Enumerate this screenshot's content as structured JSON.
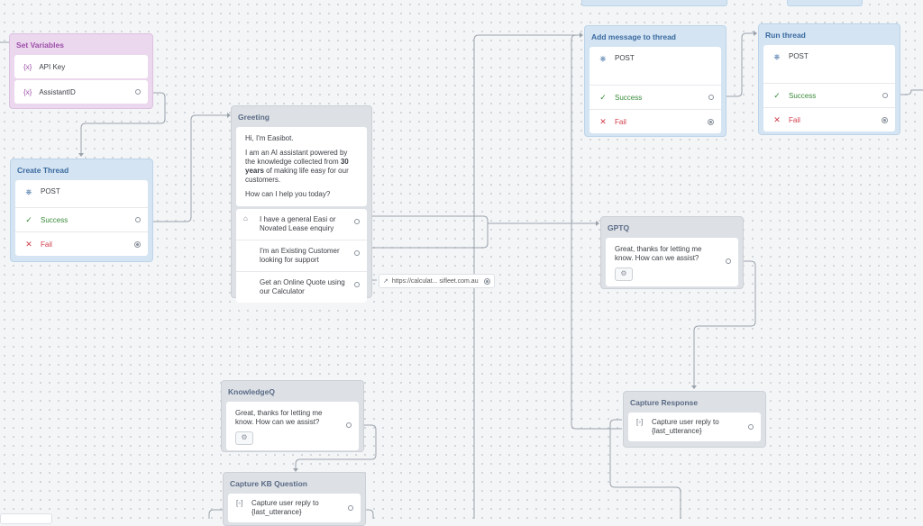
{
  "set_variables": {
    "title": "Set Variables",
    "items": [
      {
        "icon": "variable-icon",
        "label": "API Key"
      },
      {
        "icon": "variable-icon",
        "label": "AssistantID"
      }
    ]
  },
  "create_thread": {
    "title": "Create Thread",
    "method": "POST",
    "success": "Success",
    "fail": "Fail"
  },
  "greeting": {
    "title": "Greeting",
    "line1": "Hi, I'm Easibot.",
    "line2_pre": "I am an AI assistant powered by the knowledge collected from ",
    "line2_bold": "30 years",
    "line2_post": " of making life easy for our customers.",
    "line3": "How can I help you today?",
    "buttons": [
      "I have a general Easi or Novated Lease enquiry",
      "I'm an Existing Customer looking for support",
      "Get an Online Quote using our Calculator"
    ],
    "url": "https://calculat... sifleet.com.au"
  },
  "add_message": {
    "title": "Add message to thread",
    "method": "POST",
    "success": "Success",
    "fail": "Fail"
  },
  "run_thread": {
    "title": "Run thread",
    "method": "POST",
    "success": "Success",
    "fail": "Fail"
  },
  "gptq": {
    "title": "GPTQ",
    "message": "Great, thanks for letting me know. How can we assist?"
  },
  "capture_response": {
    "title": "Capture Response",
    "text": "Capture user reply to {last_utterance}"
  },
  "knowledgeq": {
    "title": "KnowledgeQ",
    "message": "Great, thanks for letting me know. How can we assist?"
  },
  "capture_kb": {
    "title": "Capture KB Question",
    "text": "Capture user reply to {last_utterance}"
  },
  "colors": {
    "wire": "#9aa3ad",
    "success": "#3a8a3a",
    "fail": "#d23c4a",
    "purple": "#9b4ea8",
    "blue_title": "#3a6aa0"
  }
}
